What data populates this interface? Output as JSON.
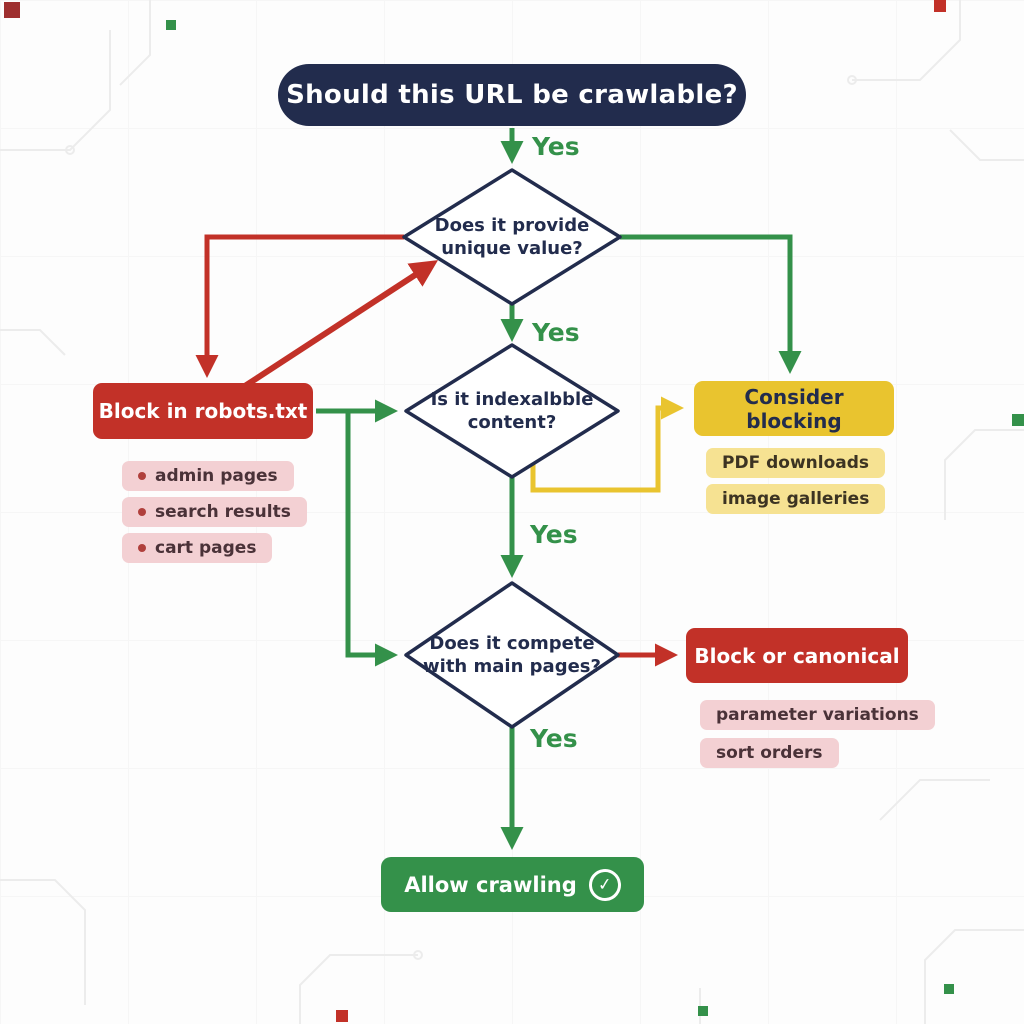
{
  "start": {
    "label": "Should this URL be crawlable?"
  },
  "labels": {
    "yes": "Yes"
  },
  "decisions": {
    "d1": {
      "line1": "Does it provide",
      "line2": "unique value?"
    },
    "d2": {
      "line1": "Is it indexalbble",
      "line2": "content?"
    },
    "d3": {
      "line1": "Does it compete",
      "line2": "with main pages?"
    }
  },
  "block_robots": {
    "label": "Block in robots.txt",
    "items": [
      "admin pages",
      "search results",
      "cart pages"
    ]
  },
  "consider_blocking": {
    "label": "Consider blocking",
    "items": [
      "PDF downloads",
      "image galleries"
    ]
  },
  "block_canonical": {
    "label": "Block or canonical",
    "items": [
      "parameter variations",
      "sort orders"
    ]
  },
  "allow": {
    "label": "Allow crawling",
    "check_glyph": "✓"
  },
  "colors": {
    "navy": "#222c4d",
    "red": "#c23128",
    "green": "#34914a",
    "yellow": "#e9c42f",
    "yellow_light": "#f6e292",
    "pink": "#f3d0d3",
    "pink_text": "#4a3238"
  }
}
